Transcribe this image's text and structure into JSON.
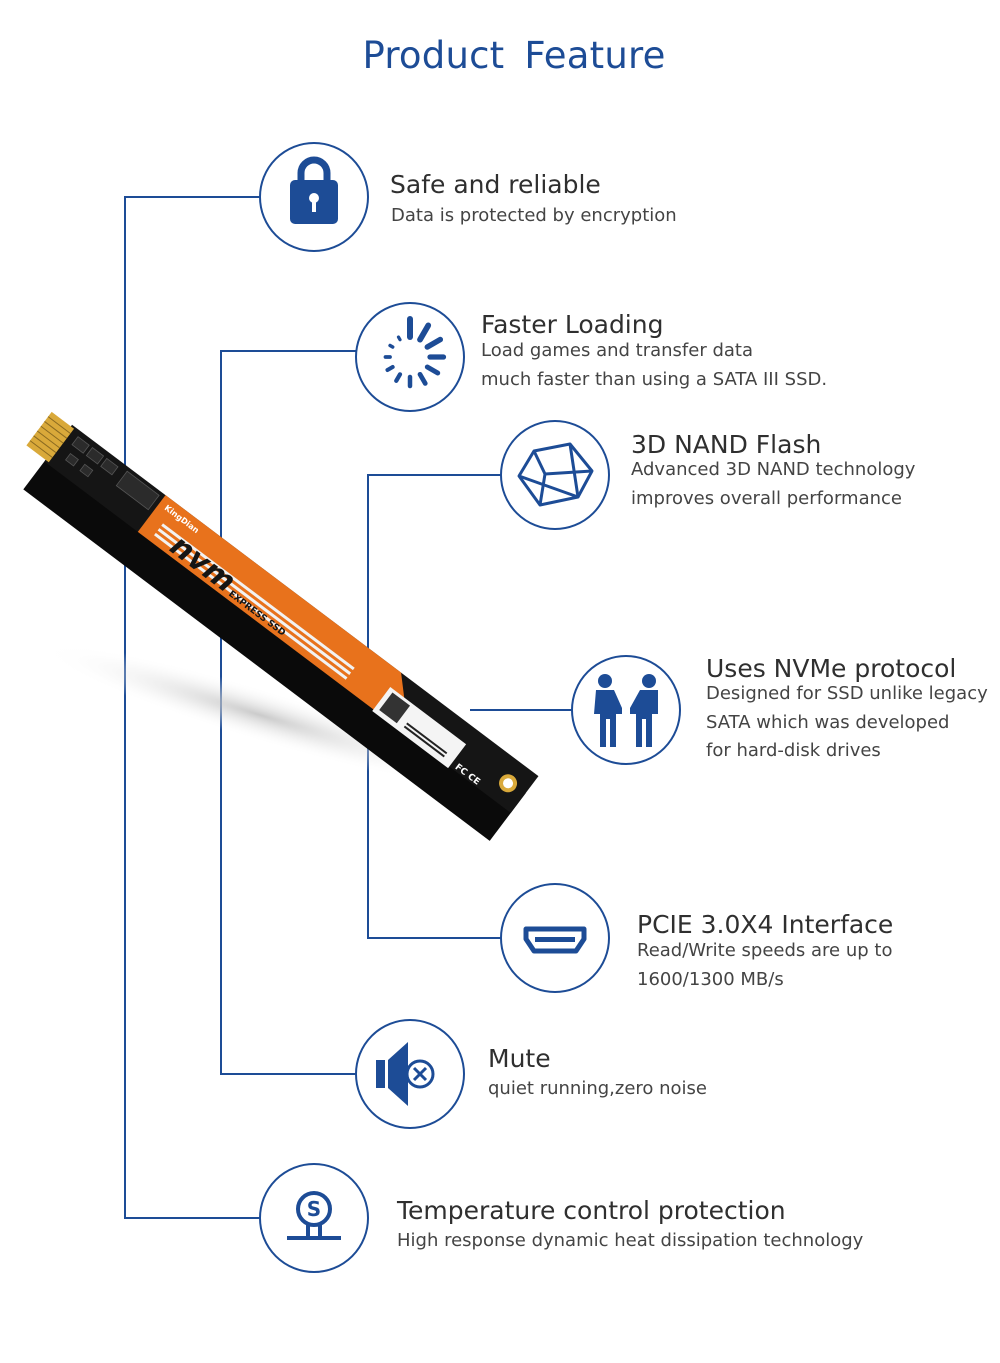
{
  "page": {
    "title": "Product  Feature"
  },
  "colors": {
    "accent": "#1d4c96",
    "ssd_orange": "#e8721c",
    "ssd_black": "#151515",
    "gold": "#d9a93a"
  },
  "features": [
    {
      "icon": "lock-icon",
      "title": "Safe and reliable",
      "desc": "Data is protected by encryption"
    },
    {
      "icon": "loading-icon",
      "title": "Faster Loading",
      "desc": "Load games and transfer data\nmuch faster than using a SATA III SSD."
    },
    {
      "icon": "cube-icon",
      "title": "3D NAND Flash",
      "desc": "Advanced 3D NAND technology\nimproves overall performance"
    },
    {
      "icon": "handshake-people-icon",
      "title": "Uses NVMe protocol",
      "desc": "Designed for SSD unlike legacy\nSATA which was developed\nfor hard-disk drives"
    },
    {
      "icon": "interface-port-icon",
      "title": "PCIE 3.0X4 Interface",
      "desc": "Read/Write speeds are up to\n1600/1300 MB/s"
    },
    {
      "icon": "mute-speaker-icon",
      "title": "Mute",
      "desc": "quiet running,zero noise"
    },
    {
      "icon": "temperature-sensor-icon",
      "title": "Temperature control protection",
      "desc": "High response dynamic heat dissipation technology"
    }
  ],
  "ssd": {
    "brand": "KingDian",
    "product": "nvm",
    "subtitle": "EXPRESS SSD",
    "marks": "FC CE"
  }
}
